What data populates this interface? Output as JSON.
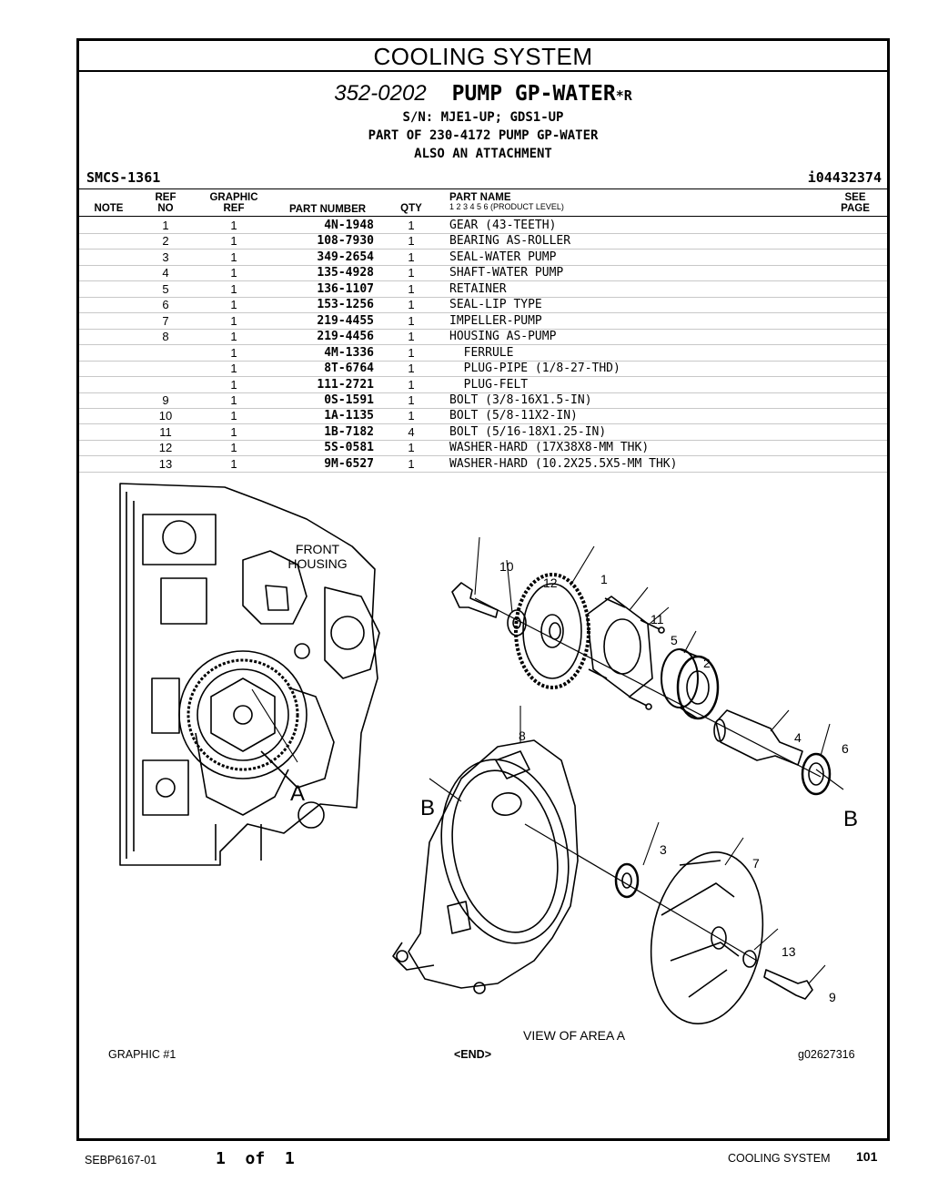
{
  "header": {
    "section": "COOLING SYSTEM",
    "group_number": "352-0202",
    "group_name": "PUMP GP-WATER",
    "suffix": "*R",
    "serial": "S/N: MJE1-UP; GDS1-UP",
    "part_of": "PART OF 230-4172 PUMP GP-WATER",
    "attachment": "ALSO AN ATTACHMENT",
    "smcs": "SMCS-1361",
    "illustration_id": "i04432374"
  },
  "columns": {
    "note": "NOTE",
    "ref_top": "REF",
    "ref_bottom": "NO",
    "graphic_top": "GRAPHIC",
    "graphic_bottom": "REF",
    "part_number": "PART NUMBER",
    "qty": "QTY",
    "part_name": "PART NAME",
    "product_levels": "1   2   3   4   5   6   (PRODUCT LEVEL)",
    "see_top": "SEE",
    "see_bottom": "PAGE"
  },
  "parts": [
    {
      "ref": "1",
      "graphic": "1",
      "part_number": "4N-1948",
      "qty": "1",
      "name": "GEAR (43-TEETH)"
    },
    {
      "ref": "2",
      "graphic": "1",
      "part_number": "108-7930",
      "qty": "1",
      "name": "BEARING AS-ROLLER"
    },
    {
      "ref": "3",
      "graphic": "1",
      "part_number": "349-2654",
      "qty": "1",
      "name": "SEAL-WATER PUMP"
    },
    {
      "ref": "4",
      "graphic": "1",
      "part_number": "135-4928",
      "qty": "1",
      "name": "SHAFT-WATER PUMP"
    },
    {
      "ref": "5",
      "graphic": "1",
      "part_number": "136-1107",
      "qty": "1",
      "name": "RETAINER"
    },
    {
      "ref": "6",
      "graphic": "1",
      "part_number": "153-1256",
      "qty": "1",
      "name": "SEAL-LIP TYPE"
    },
    {
      "ref": "7",
      "graphic": "1",
      "part_number": "219-4455",
      "qty": "1",
      "name": "IMPELLER-PUMP"
    },
    {
      "ref": "8",
      "graphic": "1",
      "part_number": "219-4456",
      "qty": "1",
      "name": "HOUSING AS-PUMP"
    },
    {
      "ref": "",
      "graphic": "1",
      "part_number": "4M-1336",
      "qty": "1",
      "name": "  FERRULE"
    },
    {
      "ref": "",
      "graphic": "1",
      "part_number": "8T-6764",
      "qty": "1",
      "name": "  PLUG-PIPE (1/8-27-THD)"
    },
    {
      "ref": "",
      "graphic": "1",
      "part_number": "111-2721",
      "qty": "1",
      "name": "  PLUG-FELT"
    },
    {
      "ref": "9",
      "graphic": "1",
      "part_number": "0S-1591",
      "qty": "1",
      "name": "BOLT (3/8-16X1.5-IN)"
    },
    {
      "ref": "10",
      "graphic": "1",
      "part_number": "1A-1135",
      "qty": "1",
      "name": "BOLT (5/8-11X2-IN)"
    },
    {
      "ref": "11",
      "graphic": "1",
      "part_number": "1B-7182",
      "qty": "4",
      "name": "BOLT (5/16-18X1.25-IN)"
    },
    {
      "ref": "12",
      "graphic": "1",
      "part_number": "5S-0581",
      "qty": "1",
      "name": "WASHER-HARD (17X38X8-MM THK)"
    },
    {
      "ref": "13",
      "graphic": "1",
      "part_number": "9M-6527",
      "qty": "1",
      "name": "WASHER-HARD (10.2X25.5X5-MM THK)"
    }
  ],
  "figure": {
    "front_housing_1": "FRONT",
    "front_housing_2": "HOUSING",
    "view_label": "VIEW OF AREA  A",
    "callout_a": "A",
    "callout_b": "B",
    "numbers": {
      "n1": "1",
      "n2": "2",
      "n3": "3",
      "n4": "4",
      "n5": "5",
      "n6": "6",
      "n7": "7",
      "n8": "8",
      "n9": "9",
      "n10": "10",
      "n11": "11",
      "n12": "12",
      "n13": "13"
    }
  },
  "graphic_footer": {
    "label": "GRAPHIC #1",
    "end": "<END>",
    "graphic_id": "g02627316"
  },
  "page_footer": {
    "doc_number": "SEBP6167-01",
    "page_of": "1  of  1",
    "section": "COOLING SYSTEM",
    "page_number": "101"
  }
}
